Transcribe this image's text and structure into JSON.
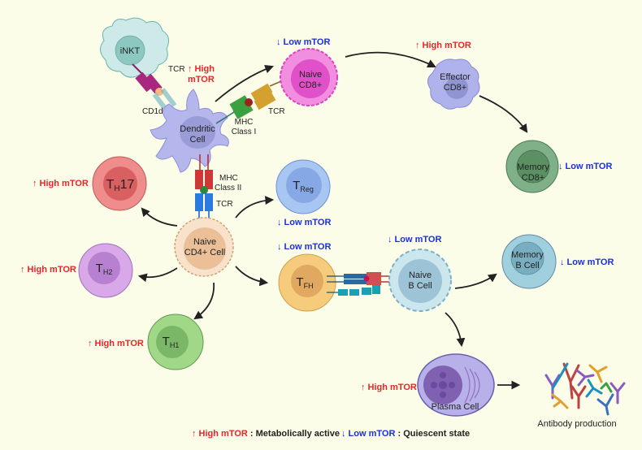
{
  "cells": {
    "inkt": "iNKT",
    "dendritic": [
      "Dendritic",
      "Cell"
    ],
    "naive_cd8": [
      "Naive",
      "CD8+"
    ],
    "effector_cd8": [
      "Effector",
      "CD8+"
    ],
    "memory_cd8": [
      "Memory",
      "CD8+"
    ],
    "th17": {
      "main": "T",
      "sub": "H",
      "suffix": "17"
    },
    "treg": {
      "main": "T",
      "sub": "Reg"
    },
    "naive_cd4": [
      "Naive",
      "CD4+ Cell"
    ],
    "th2": {
      "main": "T",
      "sub": "H2"
    },
    "tfh": {
      "main": "T",
      "sub": "FH"
    },
    "naive_b": [
      "Naive",
      "B Cell"
    ],
    "memory_b": [
      "Memory",
      "B Cell"
    ],
    "th1": {
      "main": "T",
      "sub": "H1"
    },
    "plasma": "Plasma Cell"
  },
  "receptors": {
    "tcr": "TCR",
    "cd1d": "CD1d",
    "mhc1": [
      "MHC",
      "Class I"
    ],
    "mhc2": [
      "MHC",
      "Class II"
    ]
  },
  "mtor": {
    "high": "↑ High mTOR",
    "high_split": [
      "↑ High",
      "mTOR"
    ],
    "low": "↓ Low mTOR"
  },
  "antibody_label": "Antibody production",
  "legend": {
    "high_key": "↑ High mTOR",
    "high_desc": " : Metabolically active",
    "low_key": "↓ Low mTOR",
    "low_desc": " : Quiescent state"
  },
  "colors": {
    "background": "#fbfde8",
    "high": "#e8262a",
    "low": "#1b2ee0"
  }
}
